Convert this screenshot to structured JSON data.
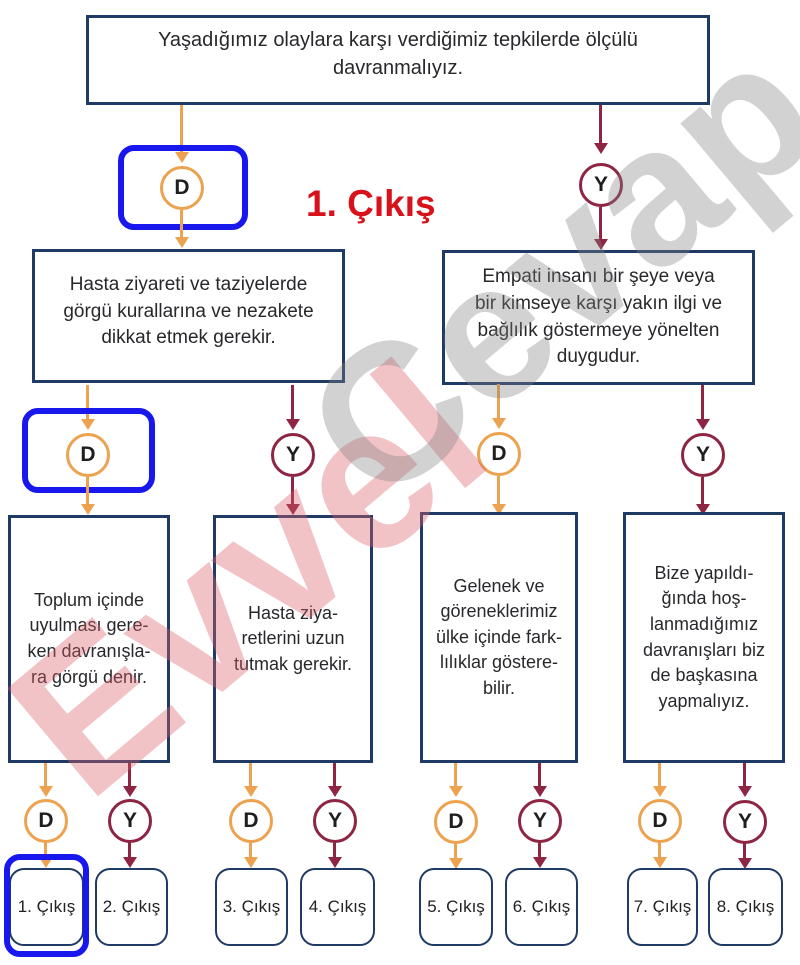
{
  "colors": {
    "box_border": "#203a66",
    "dogru_accent": "#eca24f",
    "yanlis_accent": "#8d2543",
    "highlight_blue": "#1717ee",
    "annotation_red": "#d8121a",
    "watermark_pink": "#e9a9ae",
    "watermark_gray": "#d2d2d2"
  },
  "labels": {
    "d": "D",
    "y": "Y"
  },
  "annotation": {
    "text": "1. Çıkış"
  },
  "root": {
    "text": "Yaşadığımız olaylara karşı verdiğimiz tepkilerde ölçülü\ndavranmalıyız."
  },
  "level2": [
    {
      "text": "Hasta ziyareti ve taziyelerde\ngörgü kurallarına ve nezakete\ndikkat etmek gerekir."
    },
    {
      "text": "Empati insanı bir şeye veya\nbir kimseye karşı yakın ilgi ve\nbağlılık göstermeye yönelten\nduygudur."
    }
  ],
  "level3": [
    {
      "text": "Toplum içinde\nuyulması gere-\nken davranışla-\nra görgü denir."
    },
    {
      "text": "Hasta ziya-\nretlerini uzun\ntutmak gerekir."
    },
    {
      "text": "Gelenek ve\ngöreneklerimiz\nülke içinde fark-\nlılıklar göstere-\nbilir."
    },
    {
      "text": "Bize yapıldı-\nğında hoş-\nlanmadığımız\ndavranışları biz\nde başkasına\nyapmalıyız."
    }
  ],
  "exits": [
    "1. Çıkış",
    "2. Çıkış",
    "3. Çıkış",
    "4. Çıkış",
    "5. Çıkış",
    "6. Çıkış",
    "7. Çıkış",
    "8. Çıkış"
  ],
  "watermark": [
    "Evvel",
    "Cevap"
  ]
}
